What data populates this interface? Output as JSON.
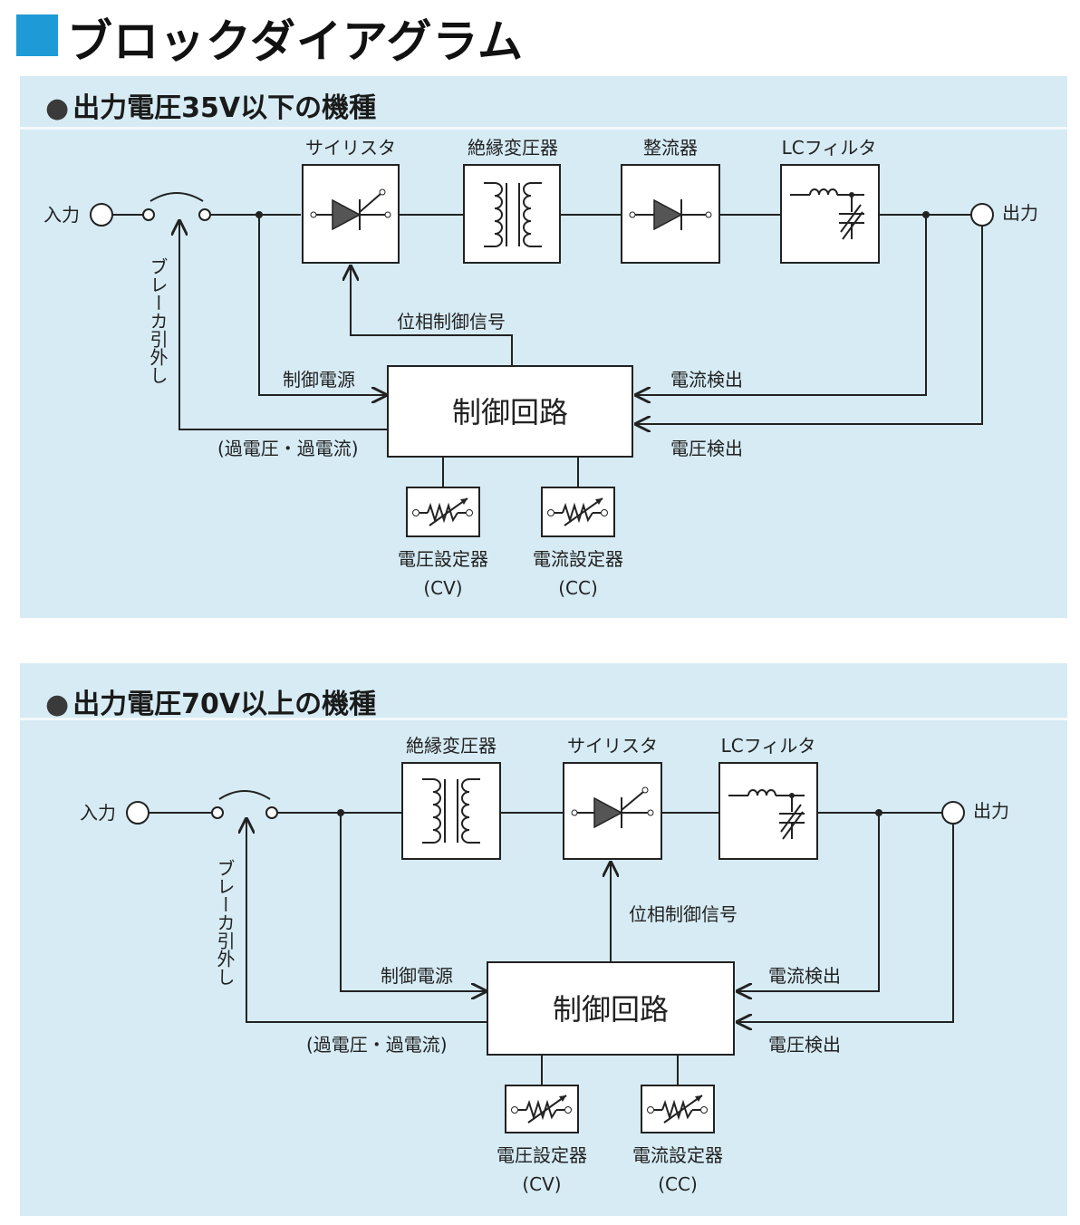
{
  "page_title": "ブロックダイアグラム",
  "colors": {
    "accent": "#1e9ad6",
    "panel_background": "#d6ebf4"
  },
  "diagrams": [
    {
      "heading": "出力電圧35V以下の機種",
      "blocks": [
        "サイリスタ",
        "絶縁変圧器",
        "整流器",
        "LCフィルタ"
      ],
      "input_label": "入力",
      "output_label": "出力",
      "breaker_label": "ブレーカ引外し",
      "phase_control_label": "位相制御信号",
      "control_power_label": "制御電源",
      "protection_label": "(過電圧・過電流)",
      "control_circuit_label": "制御回路",
      "current_detect_label": "電流検出",
      "voltage_detect_label": "電圧検出",
      "setters": [
        {
          "label": "電圧設定器",
          "mode": "(CV)"
        },
        {
          "label": "電流設定器",
          "mode": "(CC)"
        }
      ]
    },
    {
      "heading": "出力電圧70V以上の機種",
      "blocks": [
        "絶縁変圧器",
        "サイリスタ",
        "LCフィルタ"
      ],
      "input_label": "入力",
      "output_label": "出力",
      "breaker_label": "ブレーカ引外し",
      "phase_control_label": "位相制御信号",
      "control_power_label": "制御電源",
      "protection_label": "(過電圧・過電流)",
      "control_circuit_label": "制御回路",
      "current_detect_label": "電流検出",
      "voltage_detect_label": "電圧検出",
      "setters": [
        {
          "label": "電圧設定器",
          "mode": "(CV)"
        },
        {
          "label": "電流設定器",
          "mode": "(CC)"
        }
      ]
    }
  ]
}
